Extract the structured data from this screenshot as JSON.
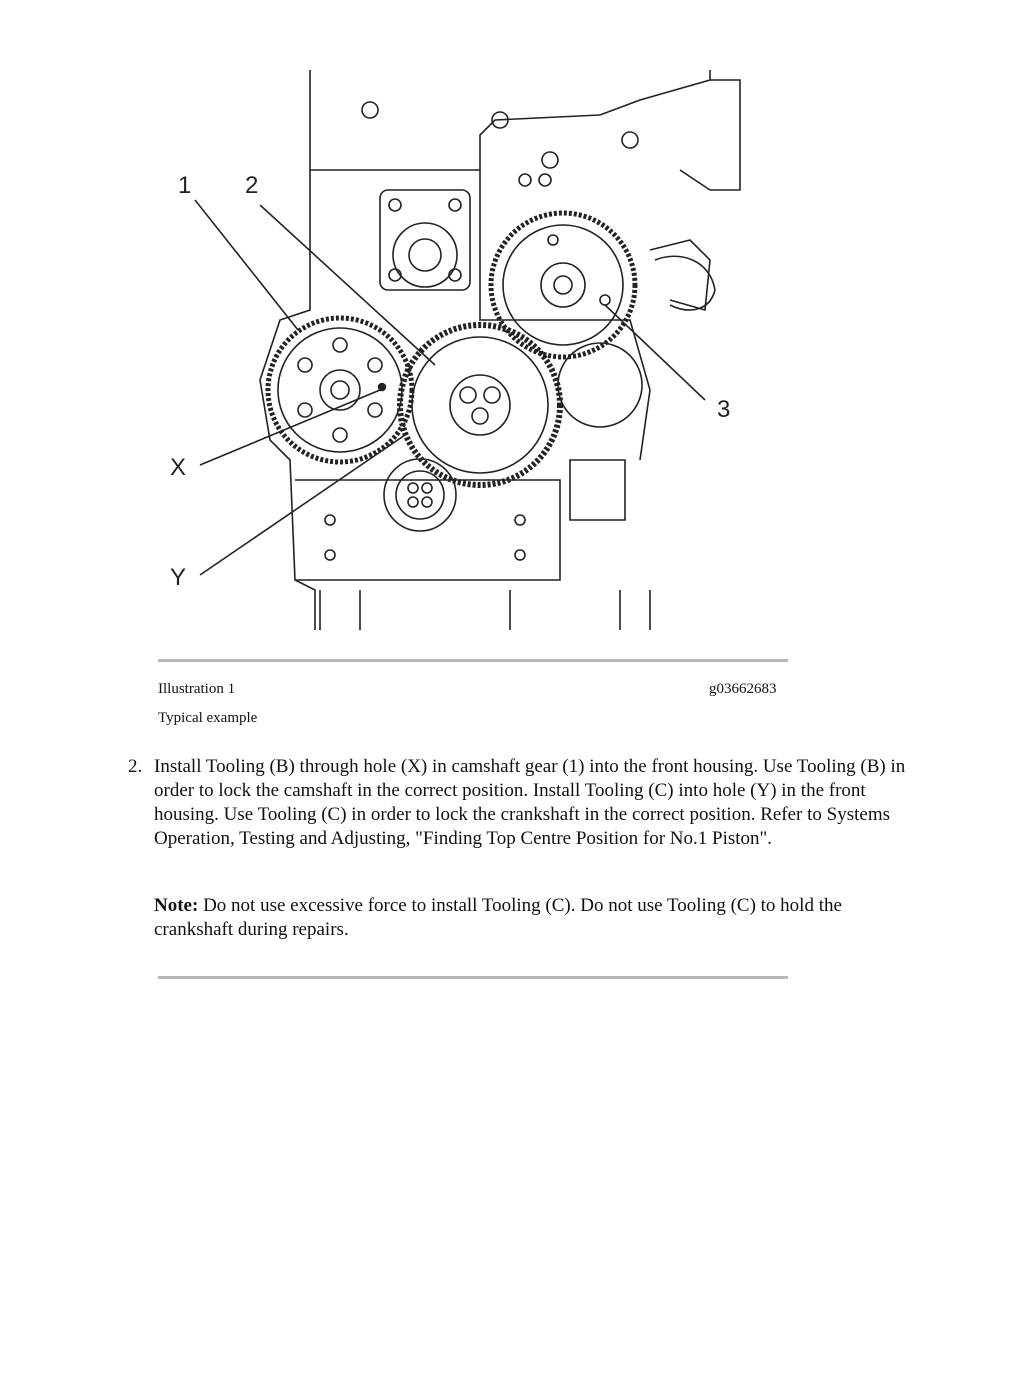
{
  "illustration": {
    "callouts": [
      "1",
      "2",
      "3",
      "X",
      "Y"
    ]
  },
  "caption": {
    "label": "Illustration 1",
    "id": "g03662683",
    "subtitle": "Typical example"
  },
  "step": {
    "number": "2.",
    "text": "Install Tooling (B) through hole (X) in camshaft gear (1) into the front housing. Use Tooling (B) in order to lock the camshaft in the correct position. Install Tooling (C) into hole (Y) in the front housing. Use Tooling (C) in order to lock the crankshaft in the correct position. Refer to Systems Operation, Testing and Adjusting, \"Finding Top Centre Position for No.1 Piston\"."
  },
  "note": {
    "label": "Note:",
    "text": " Do not use excessive force to install Tooling (C). Do not use Tooling (C) to hold the crankshaft during repairs."
  }
}
